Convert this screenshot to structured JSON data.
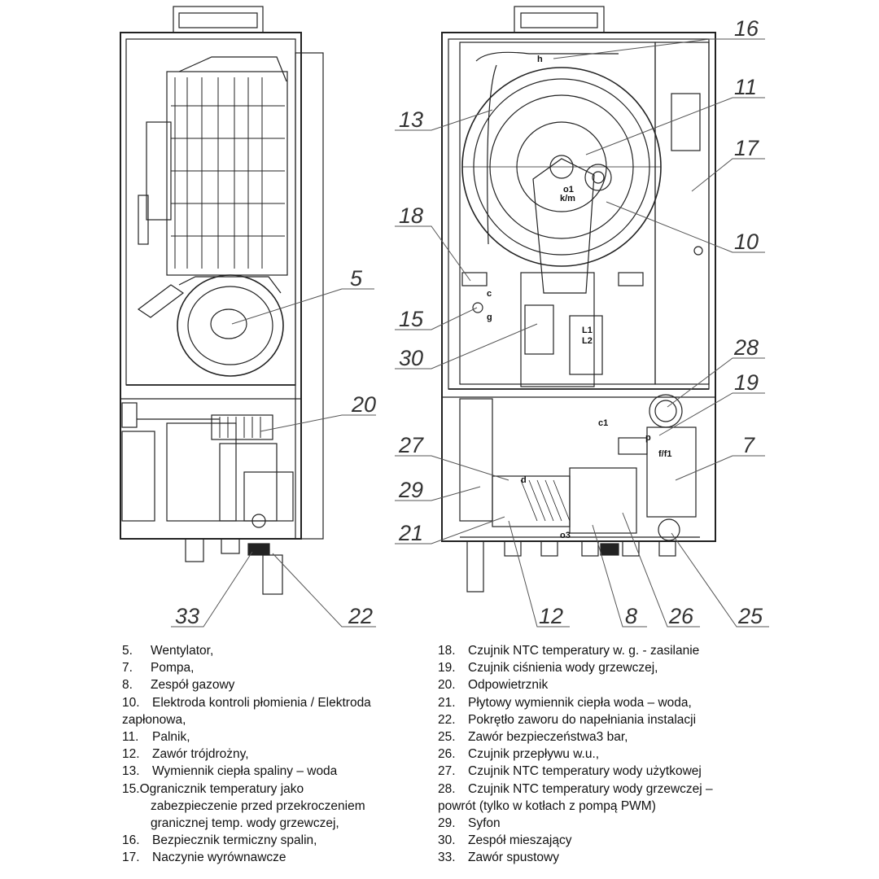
{
  "callouts": {
    "c16": "16",
    "c11": "11",
    "c13": "13",
    "c17": "17",
    "c18": "18",
    "c10": "10",
    "c5": "5",
    "c15": "15",
    "c30": "30",
    "c28": "28",
    "c19": "19",
    "c20": "20",
    "c7": "7",
    "c27": "27",
    "c29": "29",
    "c21": "21",
    "c33": "33",
    "c22": "22",
    "c12": "12",
    "c8": "8",
    "c26": "26",
    "c25": "25"
  },
  "inner_labels": {
    "h": "h",
    "o1": "o1",
    "km": "k/m",
    "c": "c",
    "g": "g",
    "L1": "L1",
    "L2": "L2",
    "c1": "c1",
    "p": "p",
    "ff1": "f/f1",
    "d": "d",
    "o3": "o3"
  },
  "legend_left": [
    {
      "num": "5.",
      "text": "Wentylator,"
    },
    {
      "num": "7.",
      "text": "Pompa,"
    },
    {
      "num": "8.",
      "text": "Zespół gazowy"
    },
    {
      "num": "10.",
      "text": "Elektroda kontroli płomienia / Elektroda"
    },
    {
      "num": "",
      "text": "zapłonowa,"
    },
    {
      "num": "11.",
      "text": "Palnik,"
    },
    {
      "num": "12.",
      "text": "Zawór trójdrożny,"
    },
    {
      "num": "13.",
      "text": "Wymiennik ciepła spaliny – woda"
    },
    {
      "num": "15.",
      "text": "Ogranicznik temperatury jako"
    },
    {
      "num": "",
      "text": "zabezpieczenie przed przekroczeniem"
    },
    {
      "num": "",
      "text": "granicznej temp. wody grzewczej,"
    },
    {
      "num": "16.",
      "text": "Bezpiecznik termiczny spalin,"
    },
    {
      "num": "17.",
      "text": "Naczynie wyrównawcze"
    }
  ],
  "legend_right": [
    {
      "num": "18.",
      "text": "Czujnik NTC temperatury w. g. - zasilanie"
    },
    {
      "num": "19.",
      "text": "Czujnik ciśnienia wody grzewczej,"
    },
    {
      "num": "20.",
      "text": "Odpowietrznik"
    },
    {
      "num": "21.",
      "text": "Płytowy wymiennik ciepła woda – woda,"
    },
    {
      "num": "22.",
      "text": "Pokrętło zaworu do napełniania instalacji"
    },
    {
      "num": "25.",
      "text": "Zawór bezpieczeństwa3 bar,"
    },
    {
      "num": "26.",
      "text": "Czujnik przepływu w.u.,"
    },
    {
      "num": "27.",
      "text": "Czujnik NTC temperatury wody użytkowej"
    },
    {
      "num": "28.",
      "text": "Czujnik NTC temperatury wody grzewczej –"
    },
    {
      "num": "",
      "text": "powrót (tylko w kotłach z pompą PWM)"
    },
    {
      "num": "29.",
      "text": "Syfon"
    },
    {
      "num": "30.",
      "text": "Zespół mieszający"
    },
    {
      "num": "33.",
      "text": "Zawór spustowy"
    }
  ]
}
